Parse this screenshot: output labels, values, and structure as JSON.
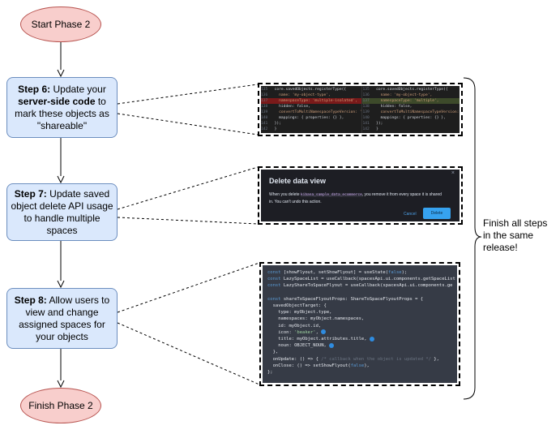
{
  "start": "Start Phase 2",
  "finish": "Finish Phase 2",
  "steps": [
    {
      "label": "Step 6:",
      "pre": " Update your ",
      "bold": "server-side code",
      "post": " to mark these objects as \"shareable\""
    },
    {
      "label": "Step 7:",
      "text": " Update saved object delete API usage to handle multiple spaces"
    },
    {
      "label": "Step 8:",
      "text": " Allow users to view and change assigned spaces for your objects"
    }
  ],
  "note": "Finish all steps in the same release!",
  "shot1": {
    "left_lines": [
      "core.savedObjects.registerType({",
      "  name: 'my-object-type',",
      "  namespaceType: 'multiple-isolated',",
      "  hidden: false,",
      "  convertToMultiNamespaceTypeVersion: '",
      "  mappings: { properties: {} },",
      "});",
      "}"
    ],
    "right_lines": [
      "core.savedObjects.registerType({",
      "  name: 'my-object-type',",
      "  namespaceType: 'multiple',",
      "  hidden: false,",
      "  convertToMultiNamespaceTypeVersion: '",
      "  mappings: { properties: {} },",
      "});",
      "}"
    ],
    "line_numbers": [
      "135",
      "136",
      "137",
      "138",
      "139",
      "140",
      "141",
      "142"
    ]
  },
  "shot2": {
    "title": "Delete data view",
    "body_pre": "When you delete ",
    "body_code": "kibana_sample_data_ecommerce",
    "body_post": ", you remove it from every space it is shared in. You can't undo this action.",
    "cancel": "Cancel",
    "delete": "Delete",
    "close": "×"
  },
  "shot3": {
    "lines": [
      "const [showFlyout, setShowFlyout] = useState(false);",
      "const LazySpaceList = useCallback(spacesApi.ui.components.getSpaceList",
      "const LazyShareToSpaceFlyout = useCallback(spacesApi.ui.components.ge",
      "",
      "const shareToSpaceFlyoutProps: ShareToSpaceFlyoutProps = {",
      "  savedObjectTarget: {",
      "    type: myObject.type,",
      "    namespaces: myObject.namespaces,",
      "    id: myObject.id,",
      "    icon: 'beaker',",
      "    title: myObject.attributes.title,",
      "    noun: OBJECT_NOUN,",
      "  },",
      "  onUpdate: () => { /* callback when the object is updated */ },",
      "  onClose: () => setShowFlyout(false),",
      "};"
    ],
    "badges": [
      "1",
      "2",
      "3"
    ]
  }
}
